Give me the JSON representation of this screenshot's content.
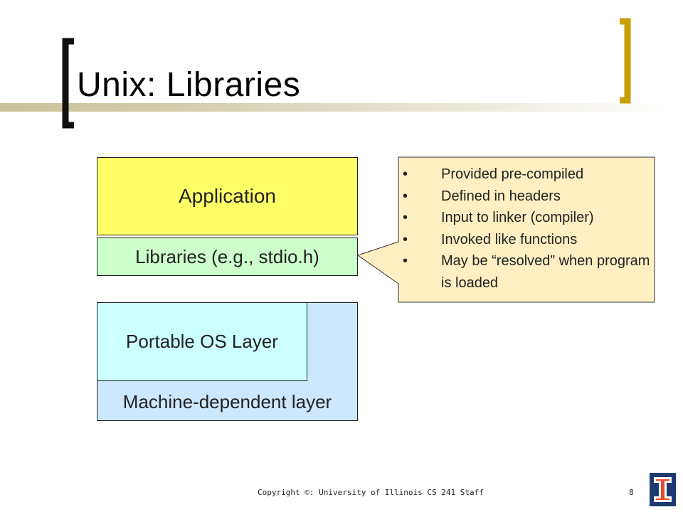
{
  "slide": {
    "title": "Unix: Libraries",
    "footer": "Copyright ©: University of Illinois CS 241 Staff",
    "page_number": "8"
  },
  "diagram": {
    "application_label": "Application",
    "libraries_label": "Libraries (e.g., stdio.h)",
    "portable_label": "Portable OS Layer",
    "machine_label": "Machine-dependent layer"
  },
  "callout": {
    "bullet_glyph": "•",
    "items": [
      "Provided pre-compiled",
      "Defined in headers",
      "Input to linker (compiler)",
      "Invoked like functions",
      "May be “resolved” when program is loaded"
    ]
  },
  "colors": {
    "bracket_left": "#111111",
    "bracket_right": "#c8a006",
    "application": "#ffff66",
    "libraries": "#ccffcc",
    "portable": "#ccffff",
    "machine": "#cce8ff",
    "callout": "#ffefc2",
    "logo": "#1d3b70"
  },
  "icons": {
    "logo": "illinois-block-i-logo"
  }
}
